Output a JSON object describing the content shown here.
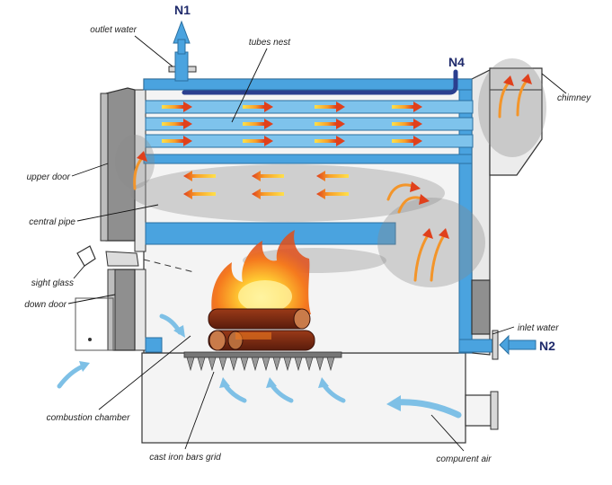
{
  "labels": {
    "outlet_water": "outlet water",
    "tubes_nest": "tubes nest",
    "chimney": "chimney",
    "upper_door": "upper door",
    "central_pipe": "central pipe",
    "sight_glass": "sight glass",
    "down_door": "down door",
    "inlet_water": "inlet water",
    "combustion_chamber": "combustion chamber",
    "cast_iron_bars_grid": "cast iron bars grid",
    "compurent_air": "compurent air"
  },
  "nozzles": {
    "n1": "N1",
    "n2": "N2",
    "n4": "N4"
  },
  "colors": {
    "water_blue": "#4aa3df",
    "tube_blue": "#7ec3ec",
    "air_blue": "#7ec0e6",
    "nozzle_navy": "#2b3f8f",
    "flame_orange": "#f47a1f",
    "flame_yellow": "#ffd23c",
    "log_brown": "#7a2a12",
    "door_grey": "#8f8f8f",
    "smoke_grey": "#8a8a8a"
  }
}
